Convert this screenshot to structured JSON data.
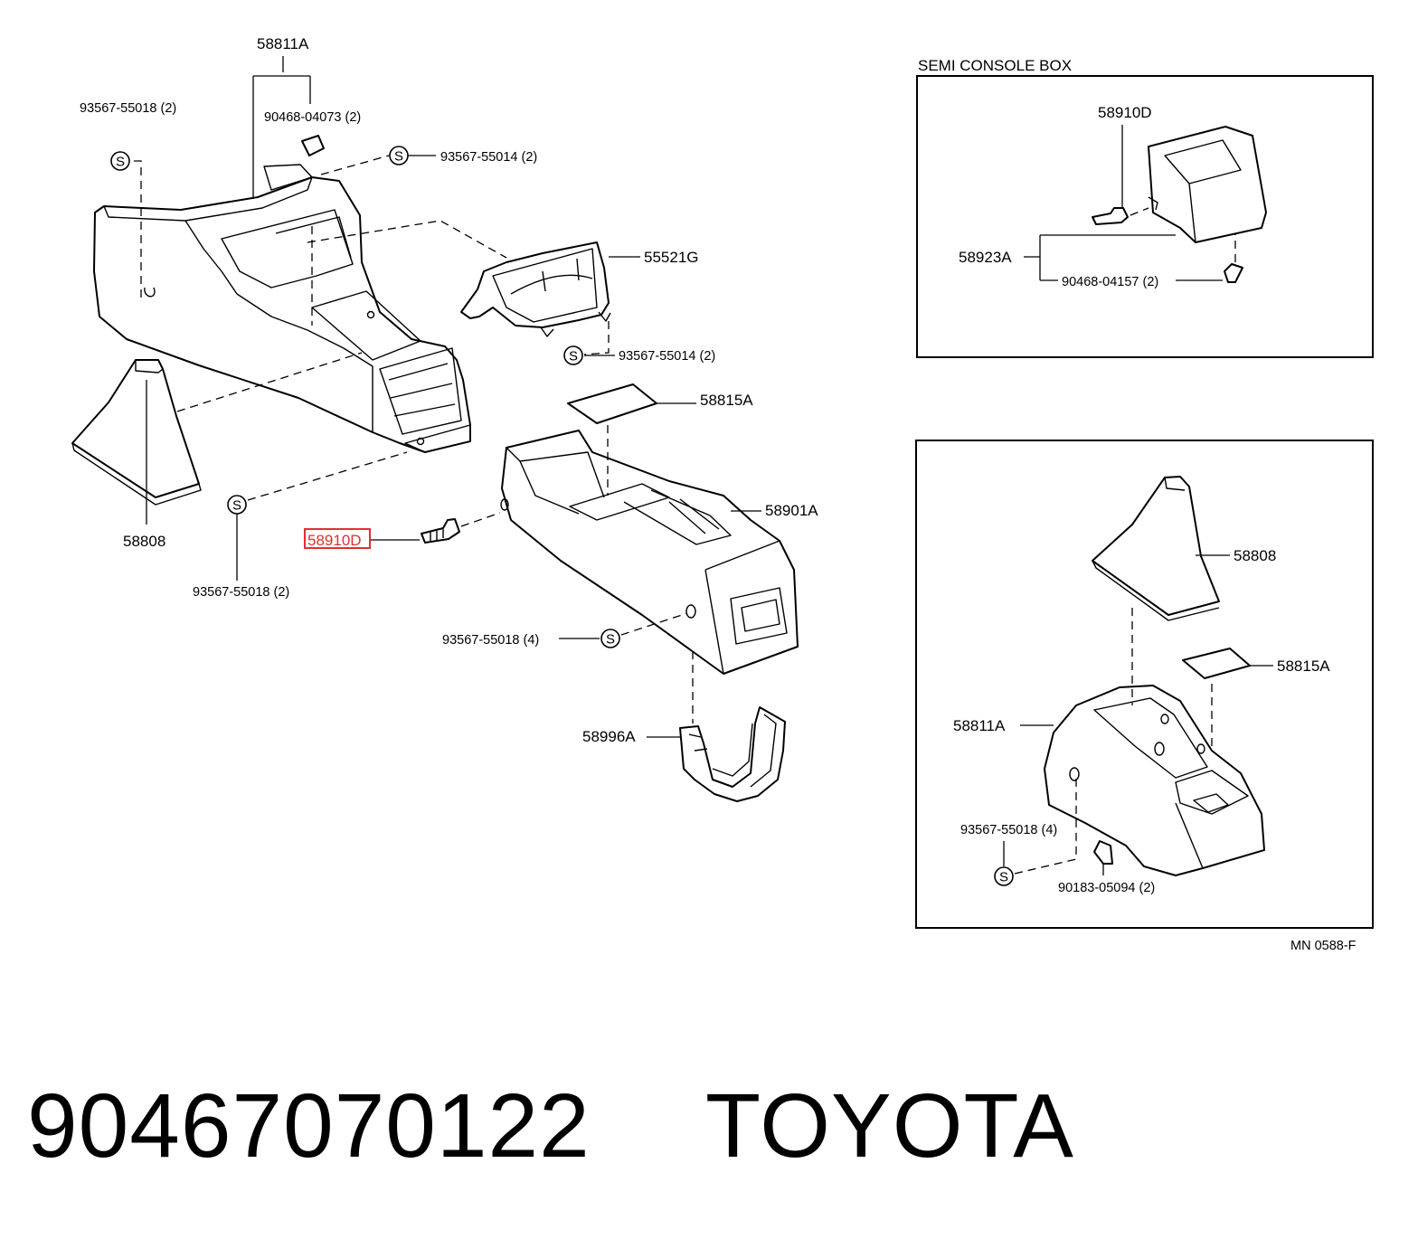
{
  "diagram": {
    "labels": {
      "p58811A_main": "58811A",
      "p93567_55018_2_a": "93567-55018 (2)",
      "p90468_04073": "90468-04073 (2)",
      "p93567_55014_top": "93567-55014 (2)",
      "p55521G": "55521G",
      "p93567_55014_mid": "93567-55014 (2)",
      "p58815A_main": "58815A",
      "p58901A": "58901A",
      "p58910D_main": "58910D",
      "p58808_main": "58808",
      "p93567_55018_2_b": "93567-55018 (2)",
      "p93567_55018_4_main": "93567-55018 (4)",
      "p58996A": "58996A",
      "semi_title": "SEMI CONSOLE  BOX",
      "p58910D_semi": "58910D",
      "p58923A": "58923A",
      "p90468_04157": "90468-04157 (2)",
      "p58808_inset": "58808",
      "p58815A_inset": "58815A",
      "p58811A_inset": "58811A",
      "p93567_55018_4_inset": "93567-55018 (4)",
      "p90183_05094": "90183-05094 (2)",
      "drawing_code": "MN 0588-F"
    },
    "screw_symbol": "S",
    "highlight_color": "#e03030"
  },
  "footer": {
    "part_number": "90467070122",
    "brand": "TOYOTA"
  }
}
